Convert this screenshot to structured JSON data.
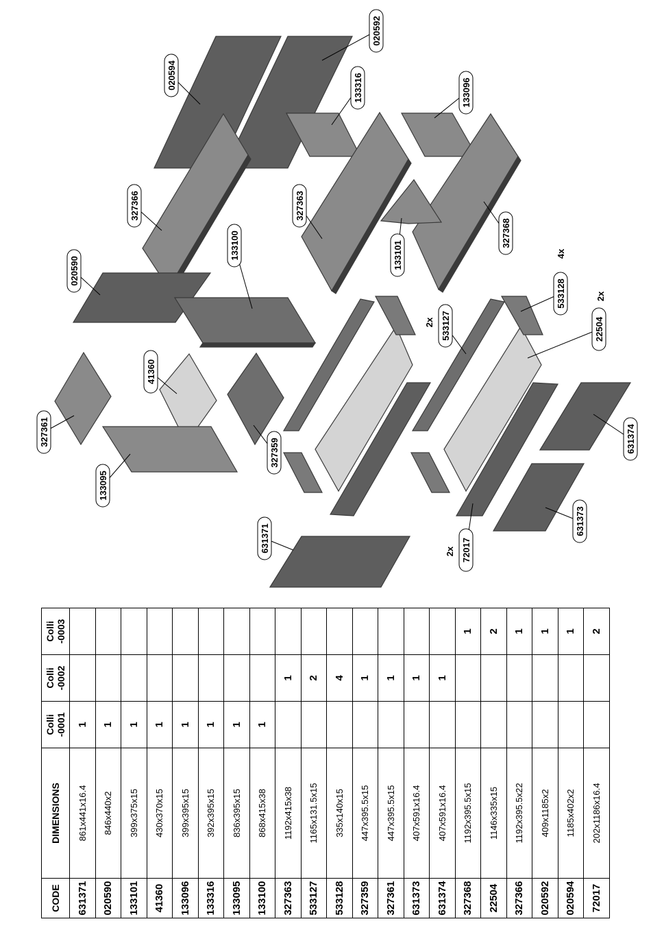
{
  "callouts": [
    {
      "code": "020594",
      "mult": ""
    },
    {
      "code": "020592",
      "mult": ""
    },
    {
      "code": "133316",
      "mult": ""
    },
    {
      "code": "133096",
      "mult": ""
    },
    {
      "code": "327366",
      "mult": ""
    },
    {
      "code": "327363",
      "mult": ""
    },
    {
      "code": "327368",
      "mult": ""
    },
    {
      "code": "020590",
      "mult": ""
    },
    {
      "code": "133100",
      "mult": ""
    },
    {
      "code": "133101",
      "mult": ""
    },
    {
      "code": "533128",
      "mult": "4x"
    },
    {
      "code": "533127",
      "mult": "2x"
    },
    {
      "code": "22504",
      "mult": "2x"
    },
    {
      "code": "41360",
      "mult": ""
    },
    {
      "code": "327361",
      "mult": ""
    },
    {
      "code": "133095",
      "mult": ""
    },
    {
      "code": "327359",
      "mult": ""
    },
    {
      "code": "631374",
      "mult": ""
    },
    {
      "code": "631371",
      "mult": ""
    },
    {
      "code": "72017",
      "mult": "2x"
    },
    {
      "code": "631373",
      "mult": ""
    }
  ],
  "table": {
    "headers": {
      "code": "CODE",
      "dimensions": "DIMENSIONS",
      "colli1_a": "Colli",
      "colli1_b": "-0001",
      "colli2_a": "Colli",
      "colli2_b": "-0002",
      "colli3_a": "Colli",
      "colli3_b": "-0003"
    },
    "rows": [
      {
        "code": "631371",
        "dim": "861x441x16.4",
        "c1": "1",
        "c2": "",
        "c3": ""
      },
      {
        "code": "020590",
        "dim": "846x440x2",
        "c1": "1",
        "c2": "",
        "c3": ""
      },
      {
        "code": "133101",
        "dim": "399x375x15",
        "c1": "1",
        "c2": "",
        "c3": ""
      },
      {
        "code": "41360",
        "dim": "430x370x15",
        "c1": "1",
        "c2": "",
        "c3": ""
      },
      {
        "code": "133096",
        "dim": "399x395x15",
        "c1": "1",
        "c2": "",
        "c3": ""
      },
      {
        "code": "133316",
        "dim": "392x395x15",
        "c1": "1",
        "c2": "",
        "c3": ""
      },
      {
        "code": "133095",
        "dim": "836x395x15",
        "c1": "1",
        "c2": "",
        "c3": ""
      },
      {
        "code": "133100",
        "dim": "868x415x38",
        "c1": "1",
        "c2": "",
        "c3": ""
      },
      {
        "code": "327363",
        "dim": "1192x415x38",
        "c1": "",
        "c2": "1",
        "c3": ""
      },
      {
        "code": "533127",
        "dim": "1165x131.5x15",
        "c1": "",
        "c2": "2",
        "c3": ""
      },
      {
        "code": "533128",
        "dim": "335x140x15",
        "c1": "",
        "c2": "4",
        "c3": ""
      },
      {
        "code": "327359",
        "dim": "447x395.5x15",
        "c1": "",
        "c2": "1",
        "c3": ""
      },
      {
        "code": "327361",
        "dim": "447x395.5x15",
        "c1": "",
        "c2": "1",
        "c3": ""
      },
      {
        "code": "631373",
        "dim": "407x591x16.4",
        "c1": "",
        "c2": "1",
        "c3": ""
      },
      {
        "code": "631374",
        "dim": "407x591x16.4",
        "c1": "",
        "c2": "1",
        "c3": ""
      },
      {
        "code": "327368",
        "dim": "1192x395.5x15",
        "c1": "",
        "c2": "",
        "c3": "1"
      },
      {
        "code": "22504",
        "dim": "1146x335x15",
        "c1": "",
        "c2": "",
        "c3": "2"
      },
      {
        "code": "327366",
        "dim": "1192x395.5x22",
        "c1": "",
        "c2": "",
        "c3": "1"
      },
      {
        "code": "020592",
        "dim": "409x1185x2",
        "c1": "",
        "c2": "",
        "c3": "1"
      },
      {
        "code": "020594",
        "dim": "1185x402x2",
        "c1": "",
        "c2": "",
        "c3": "1"
      },
      {
        "code": "72017",
        "dim": "202x1186x16.4",
        "c1": "",
        "c2": "",
        "c3": "2"
      }
    ]
  },
  "colors": {
    "panel_dark": "#5e5e5e",
    "panel_mid": "#8a8a8a",
    "panel_light": "#d4d4d4",
    "edge": "#3a3a3a",
    "line": "#000000"
  }
}
